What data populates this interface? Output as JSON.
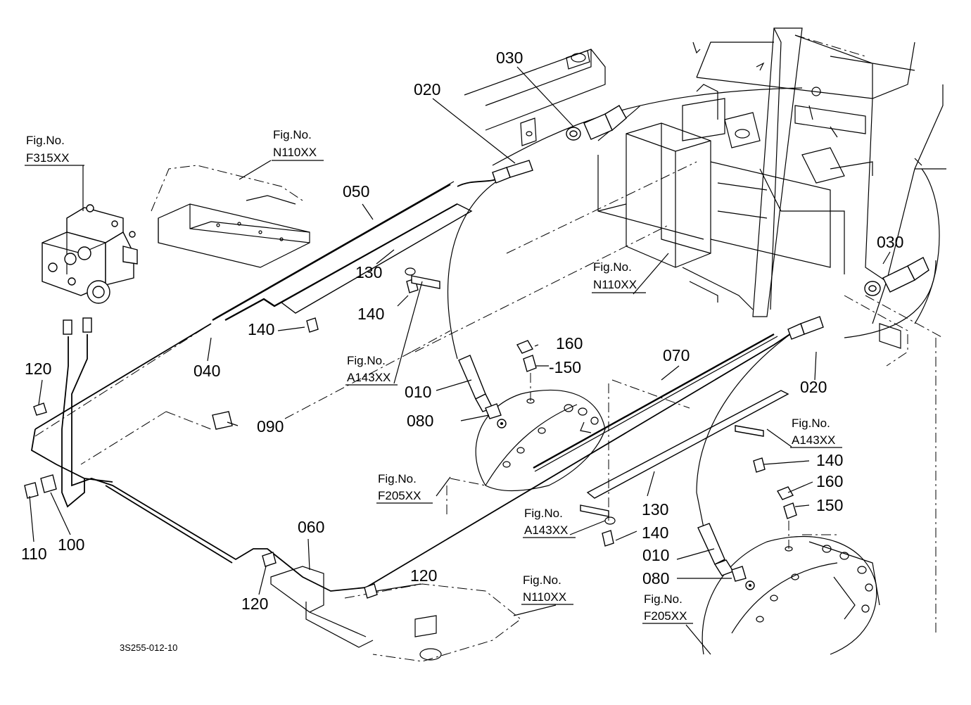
{
  "drawing_code": "3S255-012-10",
  "parts": {
    "p030a": "030",
    "p020a": "020",
    "p050": "050",
    "p130a": "130",
    "p140a": "140",
    "p140b": "140",
    "p040": "040",
    "p120a": "120",
    "p010a": "010",
    "p080a": "080",
    "p160a": "160",
    "p150a": "-150",
    "p090": "090",
    "p070": "070",
    "p030b": "030",
    "p020b": "020",
    "p140c": "140",
    "p160b": "160",
    "p150b": "150",
    "p130b": "130",
    "p140d": "140",
    "p010b": "010",
    "p080b": "080",
    "p110": "110",
    "p100": "100",
    "p060": "060",
    "p120b": "120",
    "p120c": "120"
  },
  "figrefs": [
    {
      "label": "Fig.No.",
      "code": "F315XX"
    },
    {
      "label": "Fig.No.",
      "code": "N110XX"
    },
    {
      "label": "Fig.No.",
      "code": "N110XX"
    },
    {
      "label": "Fig.No.",
      "code": "A143XX"
    },
    {
      "label": "Fig.No.",
      "code": "A143XX"
    },
    {
      "label": "Fig.No.",
      "code": "F205XX"
    },
    {
      "label": "Fig.No.",
      "code": "A143XX"
    },
    {
      "label": "Fig.No.",
      "code": "N110XX"
    },
    {
      "label": "Fig.No.",
      "code": "F205XX"
    }
  ]
}
